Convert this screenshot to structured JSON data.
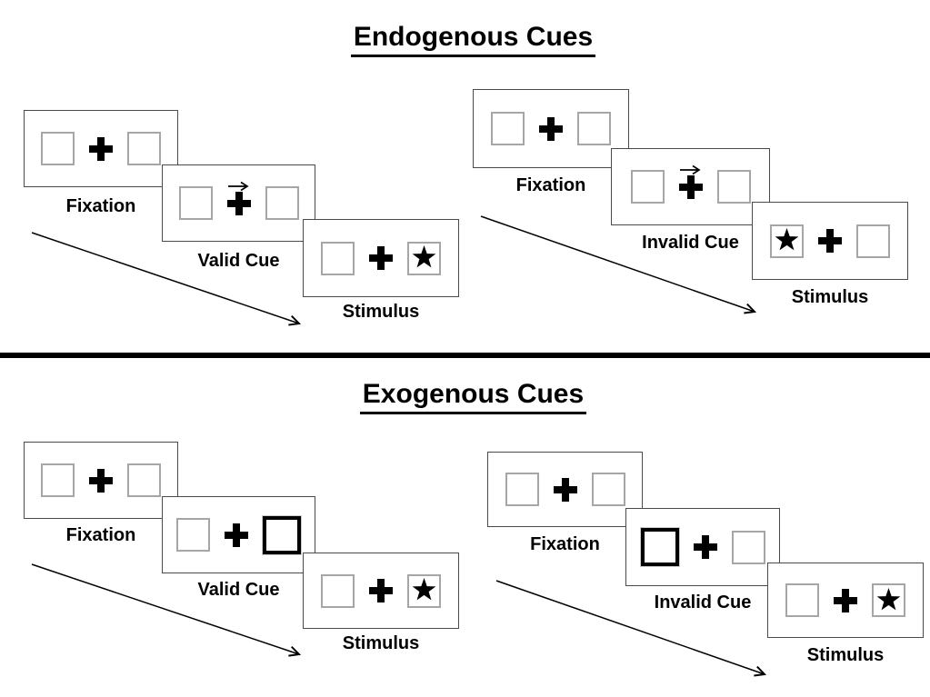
{
  "colors": {
    "background": "#ffffff",
    "panel_border": "#4a4a4a",
    "square_border": "#a6a6a6",
    "ink": "#000000"
  },
  "endogenous": {
    "title": "Endogenous Cues",
    "valid": {
      "fixation_label": "Fixation",
      "cue_label": "Valid Cue",
      "stimulus_label": "Stimulus",
      "cue_type": "central-arrow-pointing-right",
      "star_side": "right"
    },
    "invalid": {
      "fixation_label": "Fixation",
      "cue_label": "Invalid Cue",
      "stimulus_label": "Stimulus",
      "cue_type": "central-arrow-pointing-right",
      "star_side": "left"
    }
  },
  "exogenous": {
    "title": "Exogenous Cues",
    "valid": {
      "fixation_label": "Fixation",
      "cue_label": "Valid Cue",
      "stimulus_label": "Stimulus",
      "cue_type": "peripheral-box-highlight-right",
      "star_side": "right"
    },
    "invalid": {
      "fixation_label": "Fixation",
      "cue_label": "Invalid Cue",
      "stimulus_label": "Stimulus",
      "cue_type": "peripheral-box-highlight-left",
      "star_side": "right"
    }
  }
}
